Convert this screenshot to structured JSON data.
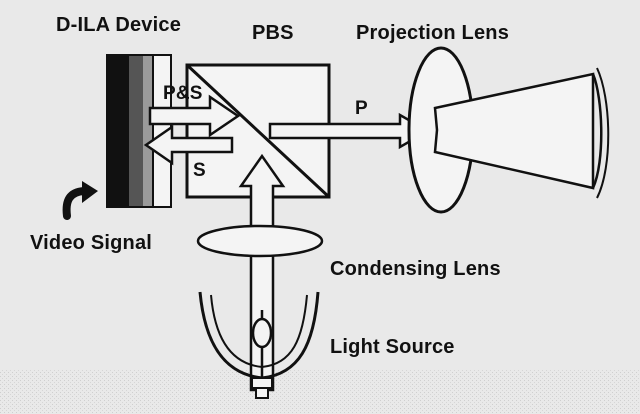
{
  "labels": {
    "device": "D-ILA Device",
    "pbs": "PBS",
    "projection_lens": "Projection Lens",
    "ps": "P&S",
    "s": "S",
    "p": "P",
    "video_signal": "Video Signal",
    "condensing_lens": "Condensing Lens",
    "light_source": "Light Source"
  },
  "colors": {
    "ink": "#111111",
    "paper": "#e9e9e9",
    "grain": "#cfcfcf"
  }
}
